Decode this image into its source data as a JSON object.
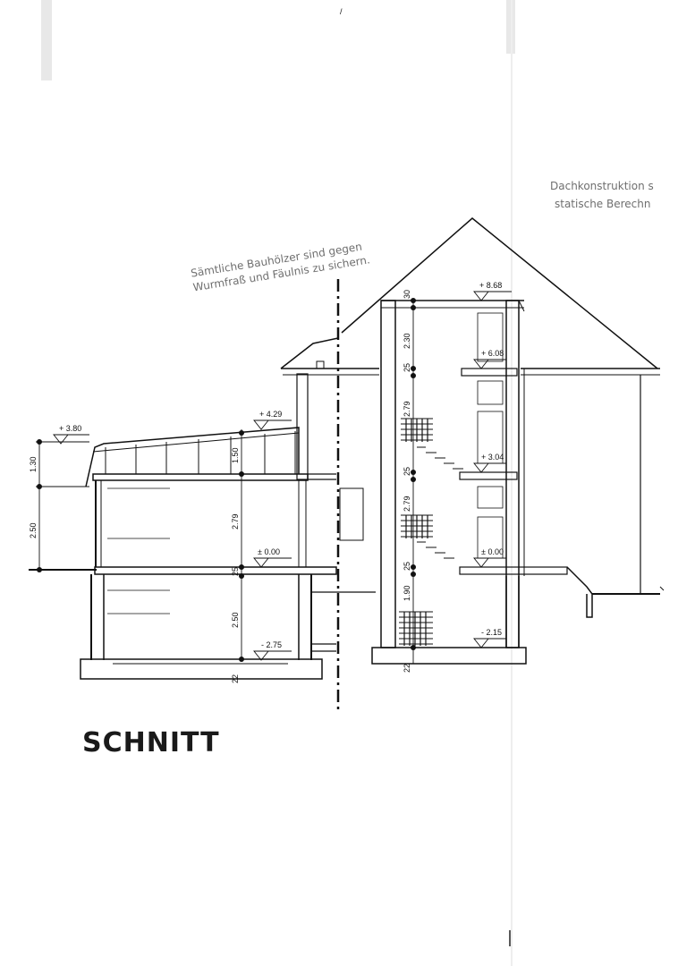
{
  "title": "SCHNITT",
  "note_timber": {
    "line1": "Sämtliche Bauhölzer sind gegen",
    "line2": "Wurmfraß und Fäulnis zu sichern."
  },
  "note_roof": {
    "line1": "Dachkonstruktion s",
    "line2": "statische Berechn"
  },
  "levels_left": {
    "plus_380": "+ 3.80",
    "plus_429": "+ 4.29",
    "zero": "± 0.00",
    "minus_275": "- 2.75"
  },
  "levels_right": {
    "plus_868": "+ 8.68",
    "plus_608": "+ 6.08",
    "plus_304": "+ 3.04",
    "zero": "± 0.00",
    "minus_215": "- 2.15"
  },
  "dims_outer_left": [
    "1.30",
    "2.50"
  ],
  "dims_left_stack": [
    "1.50",
    "2.79",
    "25",
    "2.50",
    "22"
  ],
  "dims_right_stack": [
    "30",
    "2.30",
    "25",
    "2.79",
    "25",
    "2.79",
    "25",
    "1.90",
    "22"
  ],
  "marks": {
    "top_tick": "/"
  }
}
